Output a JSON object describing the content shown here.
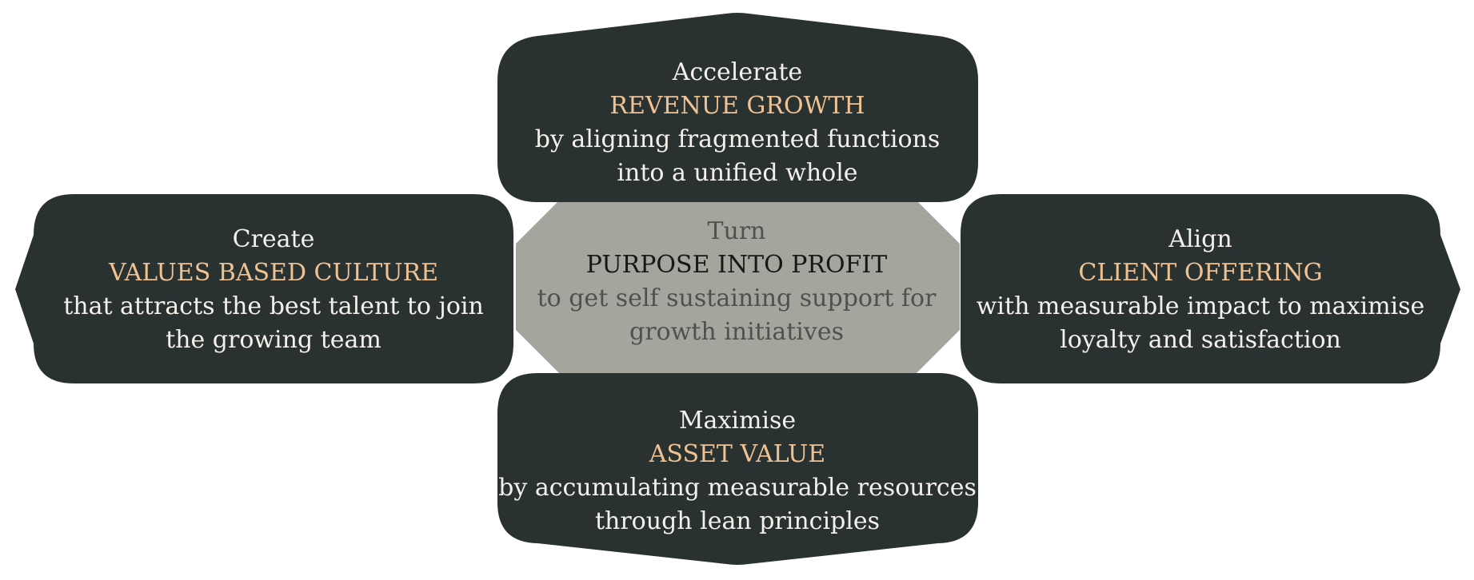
{
  "center": {
    "verb": "Turn",
    "headline": "PURPOSE INTO PROFIT",
    "line1": "to get self sustaining support for",
    "line2": "growth initiatives"
  },
  "top": {
    "verb": "Accelerate",
    "headline": "REVENUE GROWTH",
    "line1": "by aligning fragmented functions",
    "line2": "into a unified whole"
  },
  "left": {
    "verb": "Create",
    "headline": "VALUES BASED CULTURE",
    "line1": "that attracts the best talent to join",
    "line2": "the growing team"
  },
  "right": {
    "verb": "Align",
    "headline": "CLIENT OFFERING",
    "line1": "with measurable impact to maximise",
    "line2": "loyalty and satisfaction"
  },
  "bottom": {
    "verb": "Maximise",
    "headline": "ASSET VALUE",
    "line1": "by accumulating measurable resources",
    "line2": "through lean principles"
  },
  "colors": {
    "dark_fill": "#2a3231",
    "center_fill": "#a4a69d",
    "accent_text": "#efc293",
    "light_text": "#f4f1ea",
    "center_muted_text": "#4e524f",
    "center_headline_text": "#141817"
  }
}
